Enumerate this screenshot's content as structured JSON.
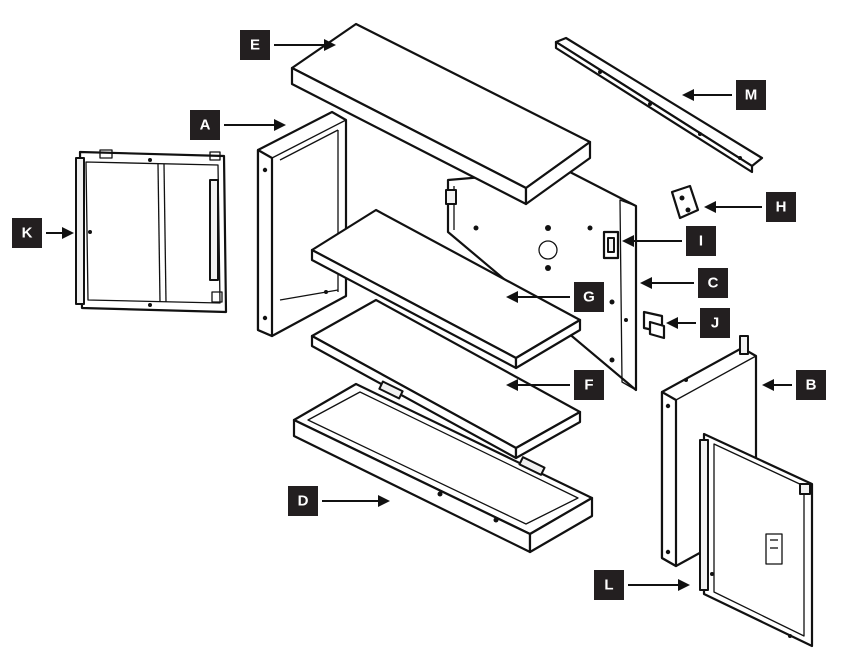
{
  "callouts": [
    {
      "id": "E",
      "label": "E"
    },
    {
      "id": "A",
      "label": "A"
    },
    {
      "id": "K",
      "label": "K"
    },
    {
      "id": "M",
      "label": "M"
    },
    {
      "id": "H",
      "label": "H"
    },
    {
      "id": "I",
      "label": "I"
    },
    {
      "id": "C",
      "label": "C"
    },
    {
      "id": "G",
      "label": "G"
    },
    {
      "id": "J",
      "label": "J"
    },
    {
      "id": "F",
      "label": "F"
    },
    {
      "id": "B",
      "label": "B"
    },
    {
      "id": "D",
      "label": "D"
    },
    {
      "id": "L",
      "label": "L"
    }
  ],
  "colors": {
    "callout_background": "#231f20",
    "callout_text": "#ffffff",
    "line": "#111111",
    "part_fill": "#ffffff"
  }
}
